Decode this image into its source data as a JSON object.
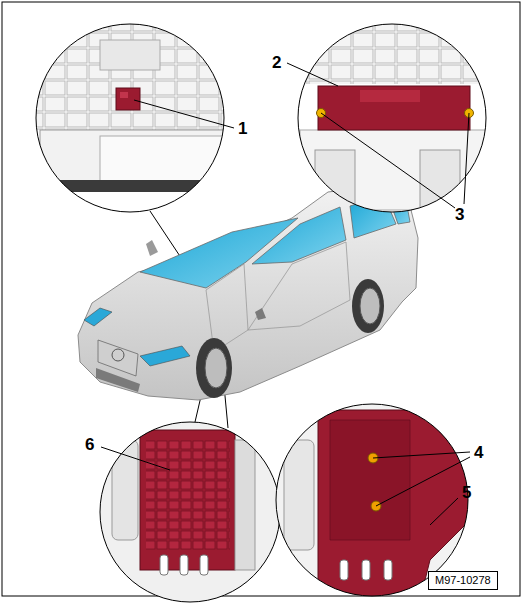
{
  "diagram": {
    "nodes": [
      {
        "text": [
          "M97-10278"
        ]
      }
    ],
    "labels": [
      "1",
      "2",
      "3",
      "4",
      "5",
      "6"
    ]
  }
}
